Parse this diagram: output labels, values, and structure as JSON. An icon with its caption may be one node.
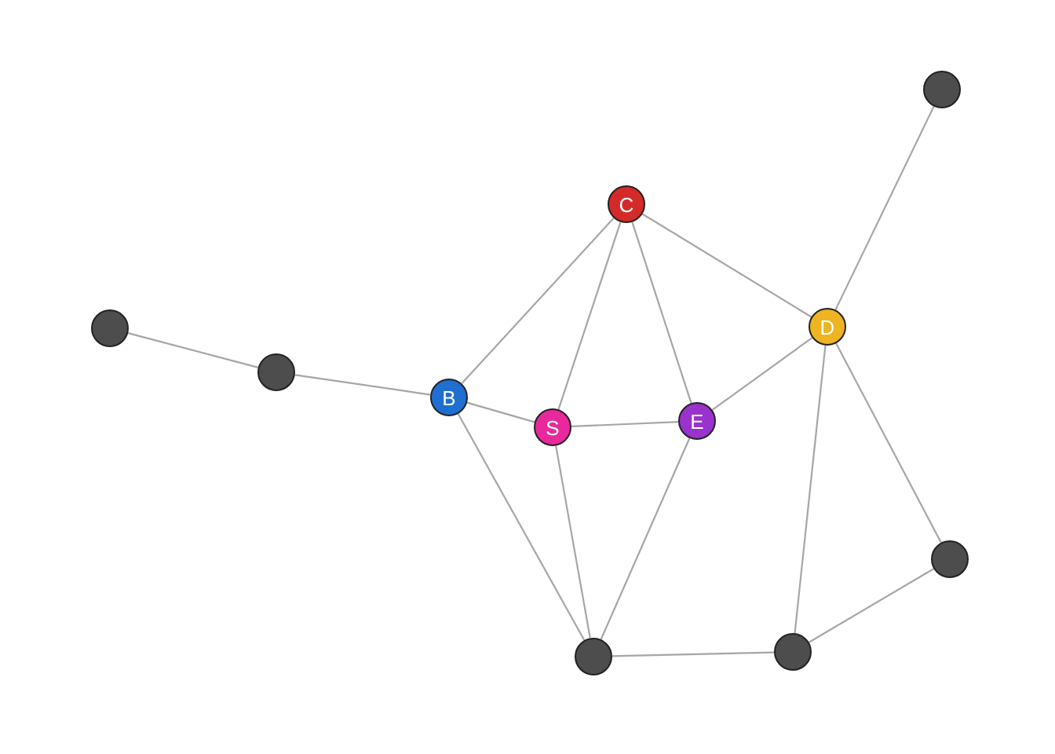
{
  "diagram": {
    "nodes": [
      {
        "text": [],
        "shape": "circle"
      },
      {
        "text": [
          "C"
        ]
      },
      {
        "text": [],
        "shape": "circle"
      },
      {
        "text": [
          "D"
        ]
      },
      {
        "text": [],
        "shape": "circle"
      },
      {
        "text": [
          "B"
        ]
      },
      {
        "text": [
          "E"
        ]
      },
      {
        "text": [
          "S"
        ]
      },
      {
        "text": [],
        "shape": "circle"
      },
      {
        "text": [],
        "shape": "circle"
      },
      {
        "text": [],
        "shape": "circle"
      }
    ],
    "edges": [
      {
        "from": 2,
        "to": 4,
        "arrow": "none"
      },
      {
        "from": 4,
        "to": 5,
        "arrow": "none"
      },
      {
        "from": 5,
        "to": 1,
        "arrow": "none"
      },
      {
        "from": 5,
        "to": 7,
        "arrow": "none"
      },
      {
        "from": 5,
        "to": 9,
        "arrow": "none"
      },
      {
        "from": 1,
        "to": 7,
        "arrow": "none"
      },
      {
        "from": 1,
        "to": 6,
        "arrow": "none"
      },
      {
        "from": 1,
        "to": 3,
        "arrow": "none"
      },
      {
        "from": 7,
        "to": 6,
        "arrow": "none"
      },
      {
        "from": 7,
        "to": 9,
        "arrow": "none"
      },
      {
        "from": 6,
        "to": 9,
        "arrow": "none"
      },
      {
        "from": 6,
        "to": 3,
        "arrow": "none"
      },
      {
        "from": 3,
        "to": 0,
        "arrow": "none"
      },
      {
        "from": 3,
        "to": 10,
        "arrow": "none"
      },
      {
        "from": 3,
        "to": 8,
        "arrow": "none"
      },
      {
        "from": 9,
        "to": 10,
        "arrow": "none"
      },
      {
        "from": 10,
        "to": 8,
        "arrow": "none"
      }
    ]
  }
}
